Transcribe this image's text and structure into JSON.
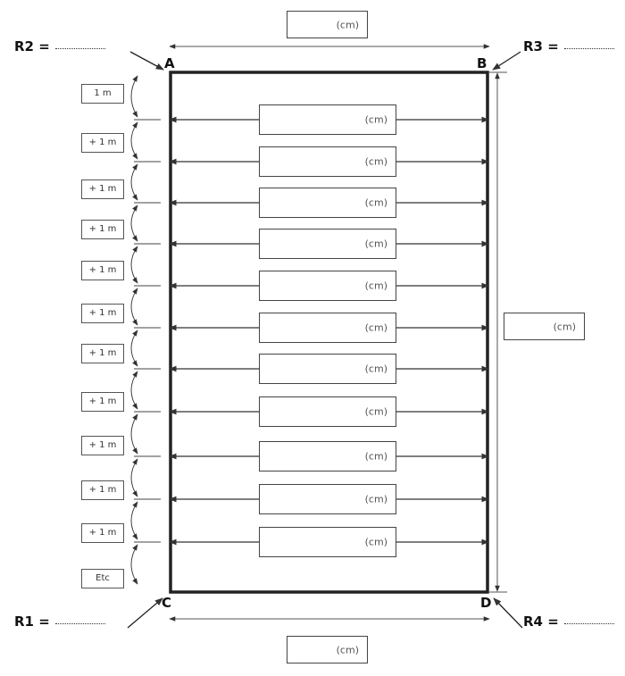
{
  "unit_label": "(cm)",
  "corners": {
    "a": "A",
    "b": "B",
    "c": "C",
    "d": "D"
  },
  "r_labels": {
    "r1": "R1 =",
    "r2": "R2 =",
    "r3": "R3 =",
    "r4": "R4 ="
  },
  "interval_labels": [
    "1 m",
    "+ 1 m",
    "+ 1 m",
    "+ 1 m",
    "+ 1 m",
    "+ 1 m",
    "+ 1 m",
    "+ 1 m",
    "+ 1 m",
    "+ 1 m",
    "+ 1 m",
    "Etc"
  ]
}
